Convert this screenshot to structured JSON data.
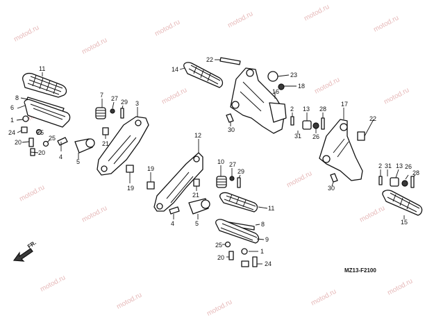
{
  "diagram": {
    "code": "MZ13-F2100",
    "fr_label": "FR.",
    "watermark": "motod.ru"
  },
  "callouts": [
    {
      "id": "c11a",
      "label": "11"
    },
    {
      "id": "c8a",
      "label": "8"
    },
    {
      "id": "c6",
      "label": "6"
    },
    {
      "id": "c1a",
      "label": "1"
    },
    {
      "id": "c24a",
      "label": "24"
    },
    {
      "id": "c25a",
      "label": "25"
    },
    {
      "id": "c20a",
      "label": "20"
    },
    {
      "id": "c25b",
      "label": "25"
    },
    {
      "id": "c20b",
      "label": "20"
    },
    {
      "id": "c4a",
      "label": "4"
    },
    {
      "id": "c5a",
      "label": "5"
    },
    {
      "id": "c7",
      "label": "7"
    },
    {
      "id": "c27a",
      "label": "27"
    },
    {
      "id": "c29a",
      "label": "29"
    },
    {
      "id": "c3",
      "label": "3"
    },
    {
      "id": "c21a",
      "label": "21"
    },
    {
      "id": "c19a",
      "label": "19"
    },
    {
      "id": "c22a",
      "label": "22"
    },
    {
      "id": "c14",
      "label": "14"
    },
    {
      "id": "c23",
      "label": "23"
    },
    {
      "id": "c18",
      "label": "18"
    },
    {
      "id": "c16",
      "label": "16"
    },
    {
      "id": "c30a",
      "label": "30"
    },
    {
      "id": "c2a",
      "label": "2"
    },
    {
      "id": "c13a",
      "label": "13"
    },
    {
      "id": "c28a",
      "label": "28"
    },
    {
      "id": "c31a",
      "label": "31"
    },
    {
      "id": "c26a",
      "label": "26"
    },
    {
      "id": "c17",
      "label": "17"
    },
    {
      "id": "c22b",
      "label": "22"
    },
    {
      "id": "c12",
      "label": "12"
    },
    {
      "id": "c19b",
      "label": "19"
    },
    {
      "id": "c21b",
      "label": "21"
    },
    {
      "id": "c10",
      "label": "10"
    },
    {
      "id": "c27b",
      "label": "27"
    },
    {
      "id": "c29b",
      "label": "29"
    },
    {
      "id": "c4b",
      "label": "4"
    },
    {
      "id": "c5b",
      "label": "5"
    },
    {
      "id": "c11b",
      "label": "11"
    },
    {
      "id": "c8b",
      "label": "8"
    },
    {
      "id": "c9",
      "label": "9"
    },
    {
      "id": "c25c",
      "label": "25"
    },
    {
      "id": "c1b",
      "label": "1"
    },
    {
      "id": "c20c",
      "label": "20"
    },
    {
      "id": "c24b",
      "label": "24"
    },
    {
      "id": "c2b",
      "label": "2"
    },
    {
      "id": "c31b",
      "label": "31"
    },
    {
      "id": "c13b",
      "label": "13"
    },
    {
      "id": "c26b",
      "label": "26"
    },
    {
      "id": "c28b",
      "label": "28"
    },
    {
      "id": "c30b",
      "label": "30"
    },
    {
      "id": "c15",
      "label": "15"
    }
  ]
}
